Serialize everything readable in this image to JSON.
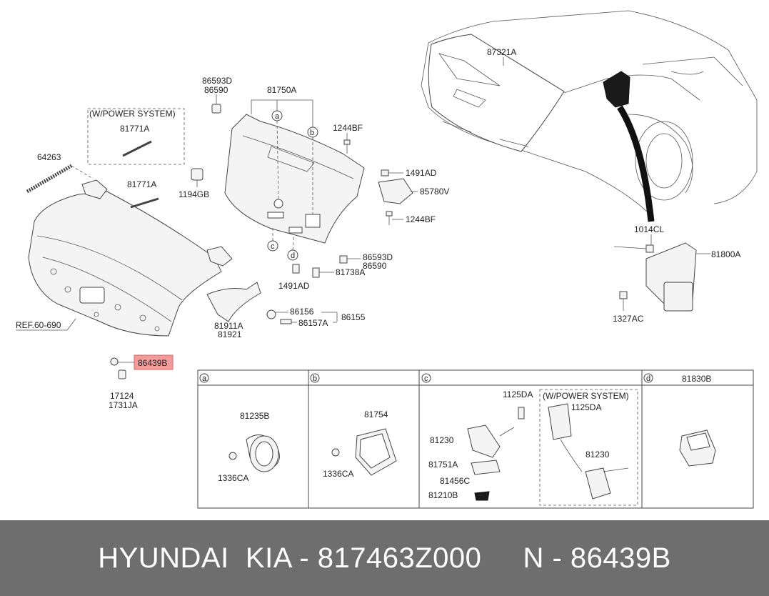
{
  "diagram": {
    "labels": {
      "l86593d_a": "86593D",
      "l86590_a": "86590",
      "wps_1": "(W/POWER SYSTEM)",
      "l81771a_1": "81771A",
      "l64263": "64263",
      "l81771a_2": "81771A",
      "l1194gb": "1194GB",
      "l81750a": "81750A",
      "la": "a",
      "lb": "b",
      "lc": "c",
      "ld": "d",
      "l1244bf_1": "1244BF",
      "l1491ad_1": "1491AD",
      "l85780v": "85780V",
      "l1244bf_2": "1244BF",
      "l86593d_b": "86593D",
      "l86590_b": "86590",
      "l81738a": "81738A",
      "l1491ad_2": "1491AD",
      "l86156": "86156",
      "l86155": "86155",
      "l86157a": "86157A",
      "l81911a": "81911A",
      "l81921": "81921",
      "lref": "REF.60-690",
      "l86439b": "86439B",
      "l17124": "17124",
      "l1731ja": "1731JA",
      "l87321a": "87321A",
      "l1014cl": "1014CL",
      "l81800a": "81800A",
      "l1327ac": "1327AC"
    },
    "table": {
      "header_a": "a",
      "header_b": "b",
      "header_c": "c",
      "header_d": "d",
      "l81830b": "81830B",
      "l81235b": "81235B",
      "l1336ca_1": "1336CA",
      "l81754": "81754",
      "l1336ca_2": "1336CA",
      "l1125da_1": "1125DA",
      "wps_2": "(W/POWER SYSTEM)",
      "l1125da_2": "1125DA",
      "l81230_1": "81230",
      "l81230_2": "81230",
      "l81751a": "81751A",
      "l81456c": "81456C",
      "l81210b": "81210B"
    },
    "highlight_color": "#f39a9a"
  },
  "banner": {
    "text": "HYUNDAI  KIA - 817463Z000     N - 86439B",
    "background": "#6e6e6e"
  }
}
